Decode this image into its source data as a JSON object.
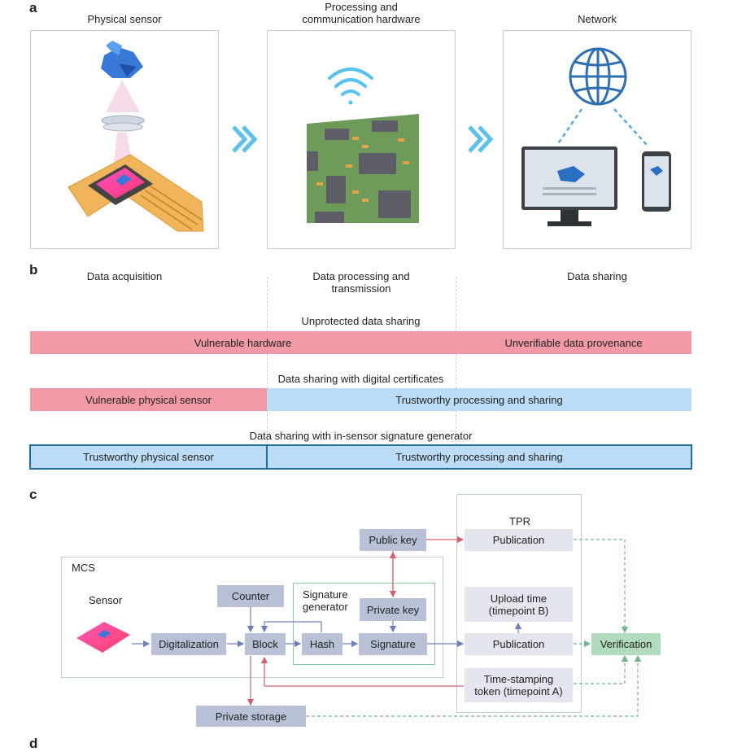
{
  "panels": {
    "a": "a",
    "b": "b",
    "c": "c",
    "d": "d"
  },
  "panel_a": {
    "captions": [
      "Physical sensor",
      "Processing and\ncommunication hardware",
      "Network"
    ]
  },
  "panel_b": {
    "stages": [
      "Data acquisition",
      "Data processing and\ntransmission",
      "Data sharing"
    ],
    "scenarios": [
      {
        "title": "Unprotected data sharing",
        "left": "Vulnerable hardware",
        "right": "Unverifiable data provenance"
      },
      {
        "title": "Data sharing with digital certificates",
        "left": "Vulnerable physical sensor",
        "right": "Trustworthy processing and sharing"
      },
      {
        "title": "Data sharing with in-sensor signature generator",
        "left": "Trustworthy physical sensor",
        "right": "Trustworthy processing and sharing"
      }
    ]
  },
  "panel_c": {
    "tpr_label": "TPR",
    "mcs_label": "MCS",
    "sensor_label": "Sensor",
    "signature_generator_label": "Signature\ngenerator",
    "nodes": {
      "public_key": "Public key",
      "publication_top": "Publication",
      "counter": "Counter",
      "private_key": "Private key",
      "upload_time": "Upload time\n(timepoint B)",
      "digitalization": "Digitalization",
      "block": "Block",
      "hash": "Hash",
      "signature": "Signature",
      "publication_mid": "Publication",
      "verification": "Verification",
      "timestamp_token": "Time-stamping\ntoken (timepoint A)",
      "private_storage": "Private storage"
    }
  },
  "colors": {
    "vulnerable": "#f19aa6",
    "trustworthy": "#bcdcf5",
    "node_dark": "#b9c1d6",
    "node_light": "#e3e6ee",
    "verification": "#b2dabc",
    "arrow_blue": "#6f7fb8",
    "arrow_red": "#d4606f",
    "arrow_green": "#6fb98a"
  }
}
